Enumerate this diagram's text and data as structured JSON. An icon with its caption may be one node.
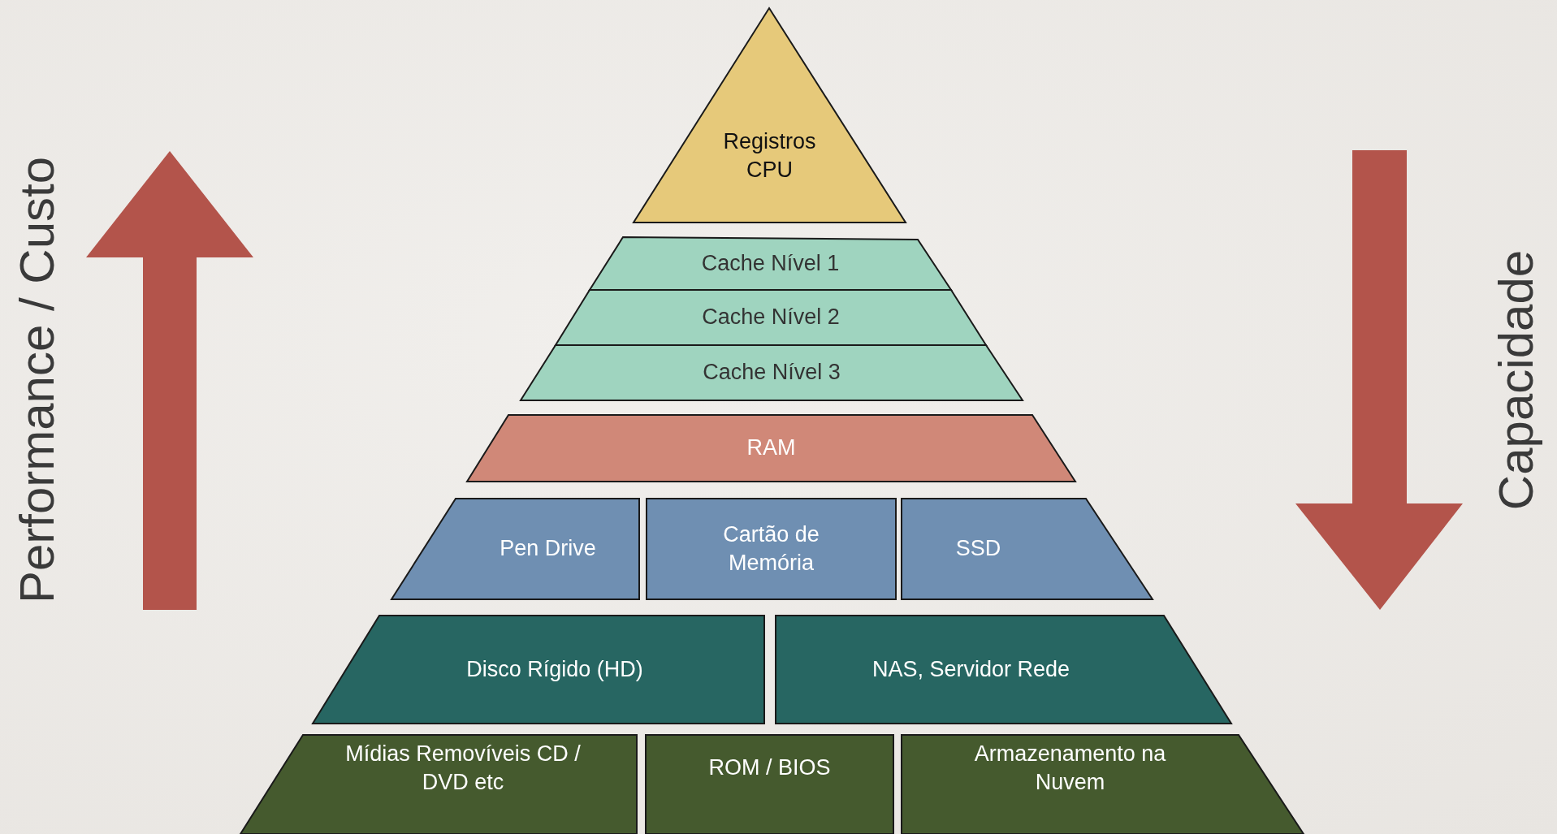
{
  "diagram": {
    "nodes": [
      {
        "text": [
          "Registros CPU"
        ]
      },
      {
        "text": [
          "Cache Nível 1"
        ]
      },
      {
        "text": [
          "Cache Nível 2"
        ]
      },
      {
        "text": [
          "Cache Nível 3"
        ]
      },
      {
        "text": [
          "RAM"
        ]
      },
      {
        "text": [
          "Pen Drive"
        ]
      },
      {
        "text": [
          "Cartão de Memória"
        ]
      },
      {
        "text": [
          "SSD"
        ]
      },
      {
        "text": [
          "Disco Rígido (HD)"
        ]
      },
      {
        "text": [
          "NAS, Servidor Rede"
        ]
      },
      {
        "text": [
          "Mídias Removíveis CD / DVD etc"
        ]
      },
      {
        "text": [
          "ROM / BIOS"
        ]
      },
      {
        "text": [
          "Armazenamento na Nuvem"
        ]
      }
    ],
    "edges": [],
    "labels": [
      "Performance / Custo",
      "Capacidade"
    ]
  }
}
